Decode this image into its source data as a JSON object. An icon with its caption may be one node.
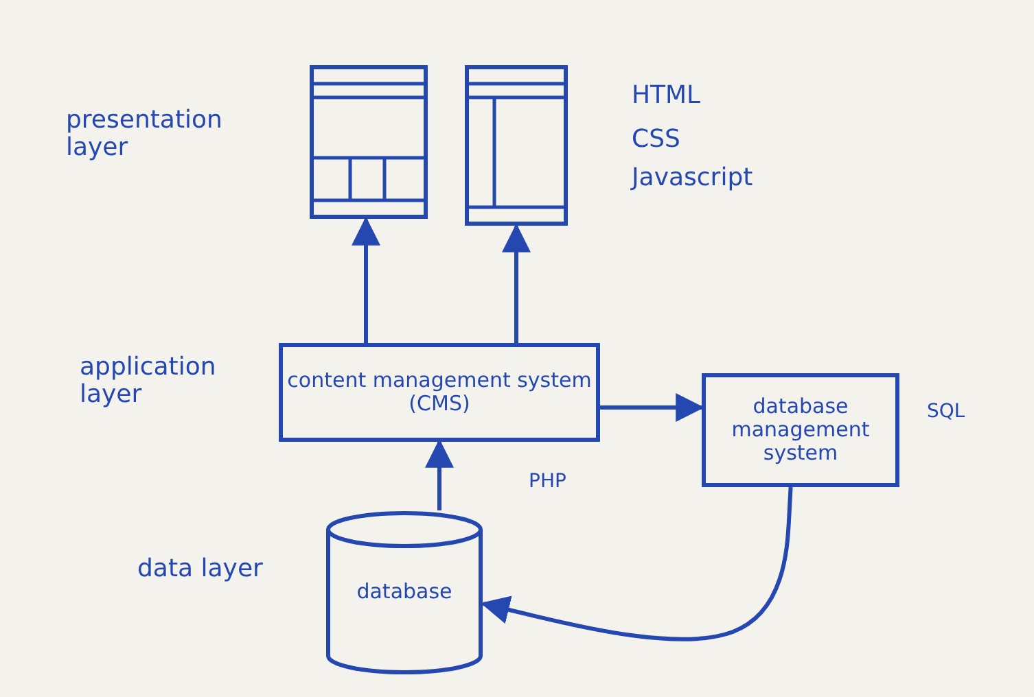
{
  "diagram": {
    "nodes": [
      {
        "text": [],
        "shape": "picture"
      },
      {
        "text": [],
        "shape": "picture"
      },
      {
        "text": [
          "content management system (CMS)"
        ],
        "beside": [
          "PHP"
        ]
      },
      {
        "text": [
          "database management system"
        ],
        "beside": [
          "SQL"
        ]
      },
      {
        "text": [
          "database"
        ]
      }
    ],
    "edges": [
      {
        "from": 2,
        "to": 0,
        "arrow": "to"
      },
      {
        "from": 2,
        "to": 1,
        "arrow": "to"
      },
      {
        "from": 2,
        "to": 3,
        "arrow": "to"
      },
      {
        "from": 4,
        "to": 2,
        "arrow": "to"
      },
      {
        "from": 3,
        "to": 4,
        "arrow": "to"
      }
    ],
    "labels": [
      "presentation layer",
      "HTML",
      "CSS",
      "Javascript",
      "application layer",
      "data layer"
    ]
  }
}
